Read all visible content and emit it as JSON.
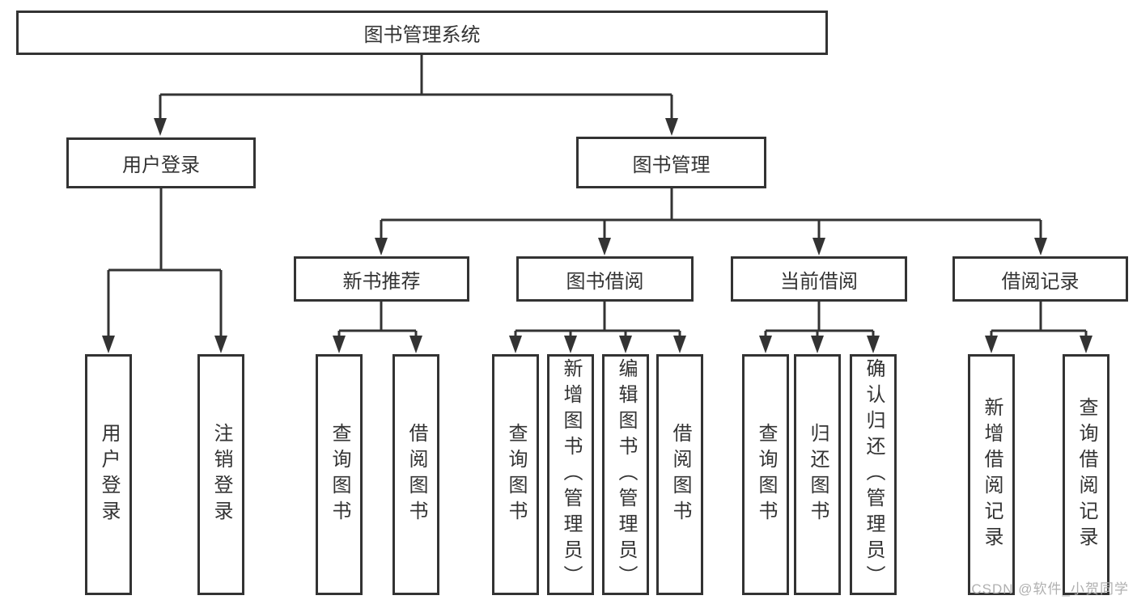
{
  "tree": {
    "label": "图书管理系统",
    "children": [
      {
        "label": "用户登录",
        "children": [
          {
            "label": "用户登录"
          },
          {
            "label": "注销登录"
          }
        ]
      },
      {
        "label": "图书管理",
        "children": [
          {
            "label": "新书推荐",
            "children": [
              {
                "label": "查询图书"
              },
              {
                "label": "借阅图书"
              }
            ]
          },
          {
            "label": "图书借阅",
            "children": [
              {
                "label": "查询图书"
              },
              {
                "label": "新增图书（管理员）"
              },
              {
                "label": "编辑图书（管理员）"
              },
              {
                "label": "借阅图书"
              }
            ]
          },
          {
            "label": "当前借阅",
            "children": [
              {
                "label": "查询图书"
              },
              {
                "label": "归还图书"
              },
              {
                "label": "确认归还（管理员）"
              }
            ]
          },
          {
            "label": "借阅记录",
            "children": [
              {
                "label": "新增借阅记录"
              },
              {
                "label": "查询借阅记录"
              }
            ]
          }
        ]
      }
    ]
  },
  "watermark": "CSDN @软件_小贺同学",
  "colors": {
    "line": "#333333",
    "text": "#333333",
    "background": "#ffffff",
    "watermark": "#b0b0b0"
  }
}
